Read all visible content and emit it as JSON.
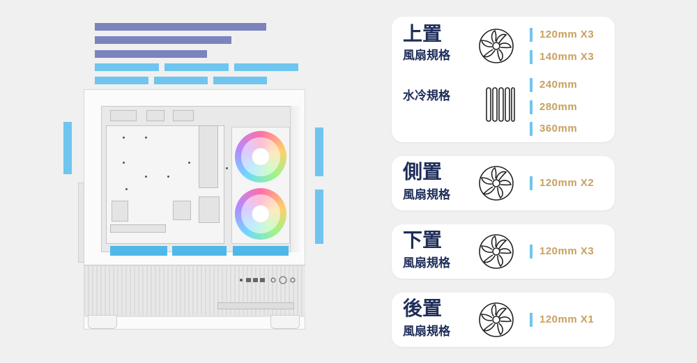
{
  "cards": [
    {
      "title": "上置",
      "subtitle": "風扇規格",
      "icon": "fan-icon",
      "specs": [
        "120mm X3",
        "140mm X3"
      ]
    },
    {
      "title": "",
      "subtitle": "水冷規格",
      "icon": "radiator-icon",
      "specs": [
        "240mm",
        "280mm",
        "360mm"
      ]
    },
    {
      "title": "側置",
      "subtitle": "風扇規格",
      "icon": "fan-icon",
      "specs": [
        "120mm X2"
      ]
    },
    {
      "title": "下置",
      "subtitle": "風扇規格",
      "icon": "fan-icon",
      "specs": [
        "120mm X3"
      ]
    },
    {
      "title": "後置",
      "subtitle": "風扇規格",
      "icon": "fan-icon",
      "specs": [
        "120mm X1"
      ]
    }
  ],
  "colors": {
    "background": "#f0f0f0",
    "card": "#ffffff",
    "title": "#1e2d59",
    "spec_text": "#c7a15e",
    "accent_blue": "#6fc5ee",
    "accent_purple": "#7b84bd"
  },
  "illustration": {
    "subject": "white PC case with two RGB fans",
    "icons": [
      "pc-case-icon",
      "rgb-fan-icon"
    ]
  }
}
